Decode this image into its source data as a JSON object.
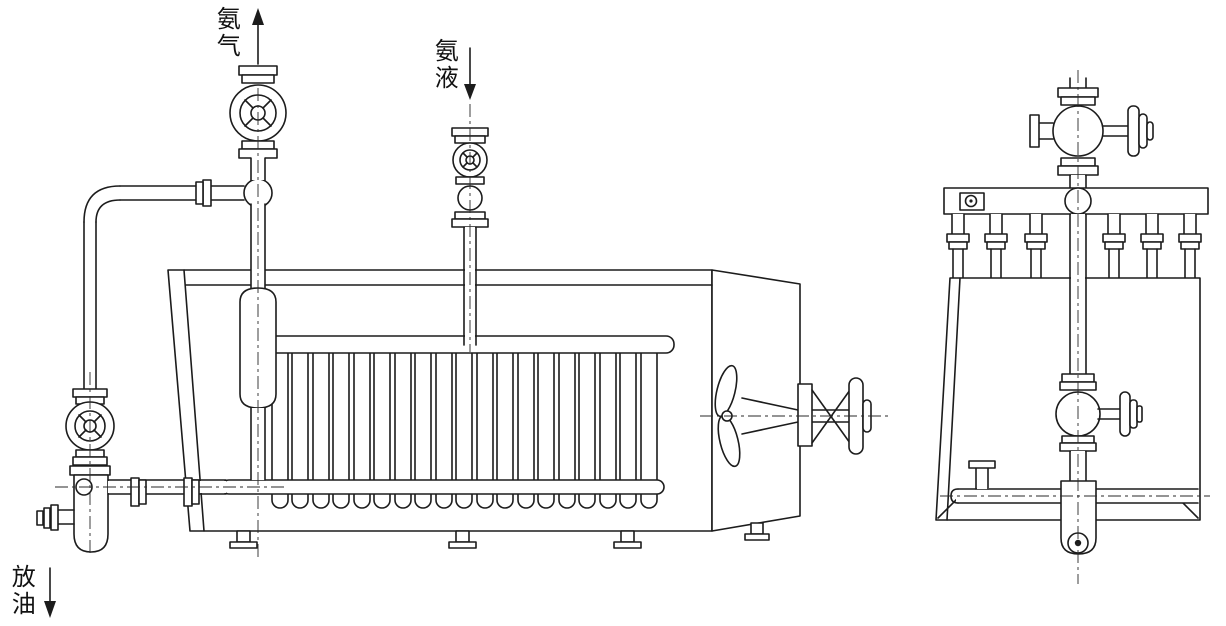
{
  "diagram": {
    "labels": {
      "ammonia_gas": {
        "text": "氨气",
        "arrow": "up"
      },
      "ammonia_liquid": {
        "text": "氨液",
        "arrow": "down"
      },
      "oil_drain": {
        "text": "放油",
        "arrow": "down"
      }
    },
    "colors": {
      "line": "#1c1c1c",
      "background": "#ffffff"
    }
  }
}
